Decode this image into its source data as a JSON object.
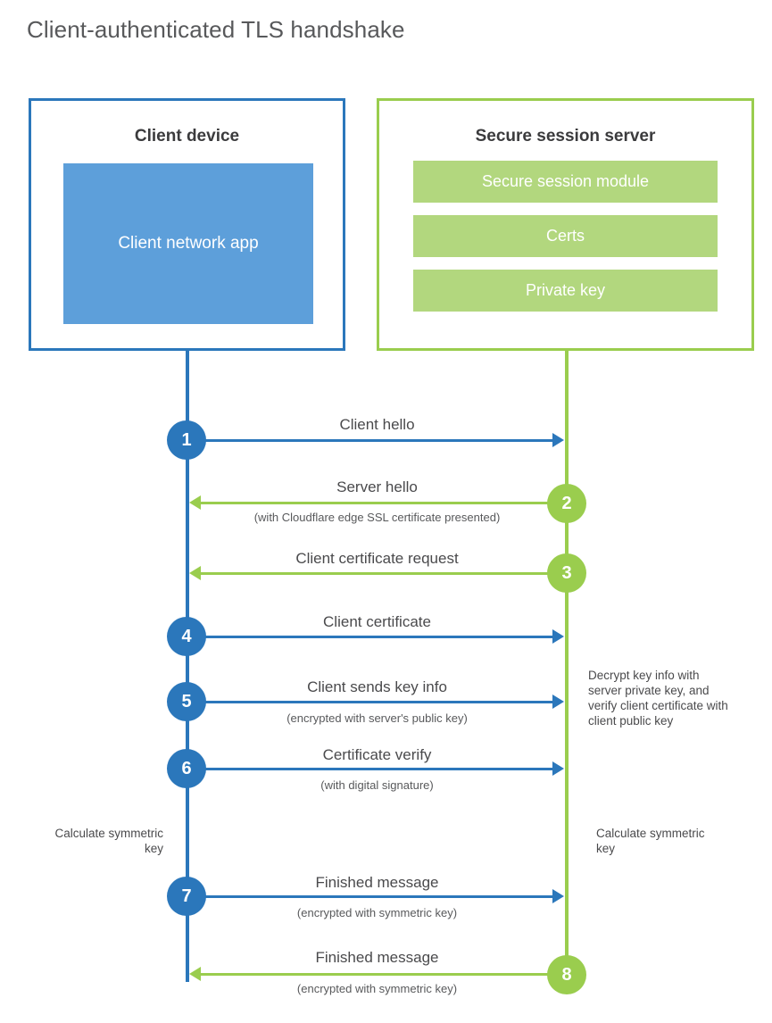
{
  "title": "Client-authenticated TLS handshake",
  "colors": {
    "client_blue": "#2b77bb",
    "client_app_fill": "#5d9fda",
    "server_green": "#9acd4e",
    "server_item_fill": "#b2d77e",
    "title_gray": "#58595b",
    "text_gray": "#4a4a4c",
    "background": "#ffffff"
  },
  "client": {
    "title": "Client device",
    "app_label": "Client network app"
  },
  "server": {
    "title": "Secure session server",
    "items": [
      {
        "label": "Secure session module"
      },
      {
        "label": "Certs"
      },
      {
        "label": "Private key"
      }
    ]
  },
  "steps": [
    {
      "number": "1",
      "label": "Client hello",
      "sub": "",
      "direction": "client-to-server",
      "origin": "client"
    },
    {
      "number": "2",
      "label": "Server hello",
      "sub": "(with Cloudflare edge SSL certificate presented)",
      "direction": "server-to-client",
      "origin": "server"
    },
    {
      "number": "3",
      "label": "Client certificate request",
      "sub": "",
      "direction": "server-to-client",
      "origin": "server"
    },
    {
      "number": "4",
      "label": "Client certificate",
      "sub": "",
      "direction": "client-to-server",
      "origin": "client"
    },
    {
      "number": "5",
      "label": "Client sends key info",
      "sub": "(encrypted with server's public key)",
      "direction": "client-to-server",
      "origin": "client"
    },
    {
      "number": "6",
      "label": "Certificate verify",
      "sub": "(with digital signature)",
      "direction": "client-to-server",
      "origin": "client"
    },
    {
      "number": "7",
      "label": "Finished message",
      "sub": "(encrypted with symmetric key)",
      "direction": "client-to-server",
      "origin": "client"
    },
    {
      "number": "8",
      "label": "Finished message",
      "sub": "(encrypted with symmetric key)",
      "direction": "server-to-client",
      "origin": "server"
    }
  ],
  "notes": {
    "server_decrypt": "Decrypt key info with server private key, and verify client certificate with client public key",
    "client_calculate": "Calculate symmetric key",
    "server_calculate": "Calculate symmetric key"
  }
}
